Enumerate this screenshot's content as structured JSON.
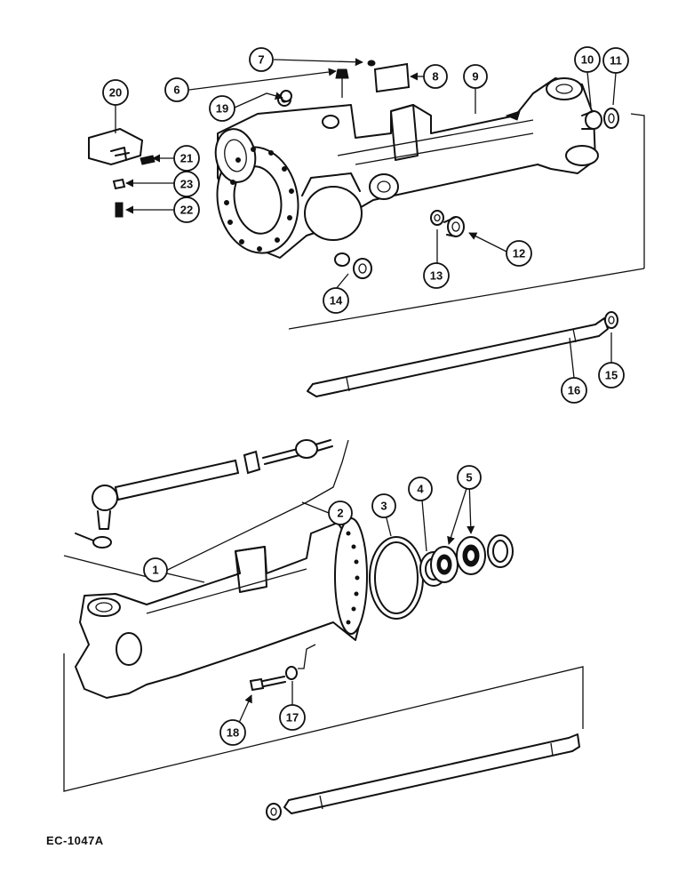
{
  "figure_code": "EC-1047A",
  "callouts": [
    "1",
    "2",
    "3",
    "4",
    "5",
    "6",
    "7",
    "8",
    "9",
    "10",
    "11",
    "12",
    "13",
    "14",
    "15",
    "16",
    "17",
    "18",
    "19",
    "20",
    "21",
    "22",
    "23"
  ]
}
